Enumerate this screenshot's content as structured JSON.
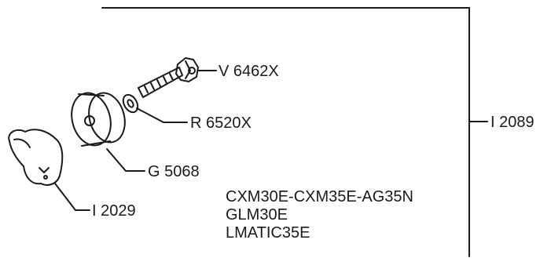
{
  "parts": {
    "bolt": "V 6462X",
    "washer": "R 6520X",
    "assembly": "I 2089",
    "wheel": "G 5068",
    "knob": "I 2029"
  },
  "models": [
    "CXM30E-CXM35E-AG35N",
    "GLM30E",
    "LMATIC35E"
  ]
}
